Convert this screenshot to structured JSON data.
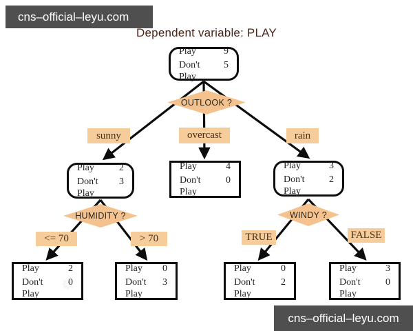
{
  "banners": {
    "top": "cns–official–leyu.com",
    "bottom": "cns–official–leyu.com"
  },
  "title": "Dependent variable: PLAY",
  "row_labels": {
    "play": "Play",
    "dont_play": "Don't Play"
  },
  "questions": {
    "outlook": "OUTLOOK ?",
    "humidity": "HUMIDITY ?",
    "windy": "WINDY ?"
  },
  "edge_labels": {
    "sunny": "sunny",
    "overcast": "overcast",
    "rain": "rain",
    "le70": "<= 70",
    "gt70": "> 70",
    "true": "TRUE",
    "false": "FALSE"
  },
  "nodes": {
    "root": {
      "play": 9,
      "dont": 5
    },
    "sunny": {
      "play": 2,
      "dont": 3
    },
    "overcast": {
      "play": 4,
      "dont": 0
    },
    "rain": {
      "play": 3,
      "dont": 2
    },
    "hum_le70": {
      "play": 2,
      "dont": 0
    },
    "hum_gt70": {
      "play": 0,
      "dont": 3
    },
    "windy_true": {
      "play": 0,
      "dont": 2
    },
    "windy_false": {
      "play": 3,
      "dont": 0
    }
  },
  "colors": {
    "diamond_fill": "#f4c28f",
    "label_fill": "#f6cc9b",
    "banner_bg": "#4f4f4f",
    "title_text": "#4a241a",
    "edge_stroke": "#0d0d0d"
  }
}
